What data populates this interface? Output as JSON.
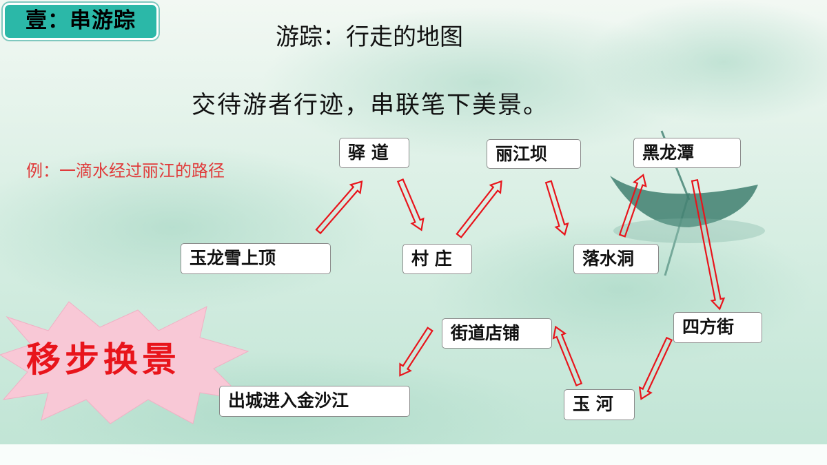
{
  "section_tag": "壹：串游踪",
  "heading_title": "游踪：行走的地图",
  "heading_subtitle": "交待游者行迹，串联笔下美景。",
  "example_text": "例：一滴水经过丽江的路径",
  "burst_text": "移步换景",
  "nodes": {
    "yulong": "玉龙雪上顶",
    "yidao": "驿 道",
    "cunzhuang": "村 庄",
    "lijiangba": "丽江坝",
    "luoshuidong": "落水洞",
    "heilongtan": "黑龙潭",
    "sifangjie": "四方街",
    "yuhe": "玉 河",
    "jiedao": "街道店铺",
    "jinshajiang": "出城进入金沙江"
  },
  "colors": {
    "arrow": "#e8141b",
    "tag_bg": "#2bb8a8",
    "example_text": "#e03b3b",
    "burst_fill": "#f8c8d6"
  }
}
